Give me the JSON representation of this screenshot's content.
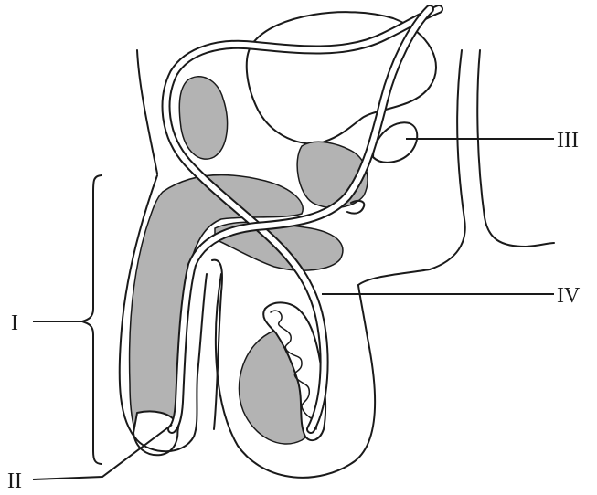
{
  "labels": {
    "I": "I",
    "II": "II",
    "III": "III",
    "IV": "IV"
  },
  "colors": {
    "tissue_fill": "#b3b3b3",
    "stroke": "#1a1a1a",
    "background": "#ffffff"
  }
}
